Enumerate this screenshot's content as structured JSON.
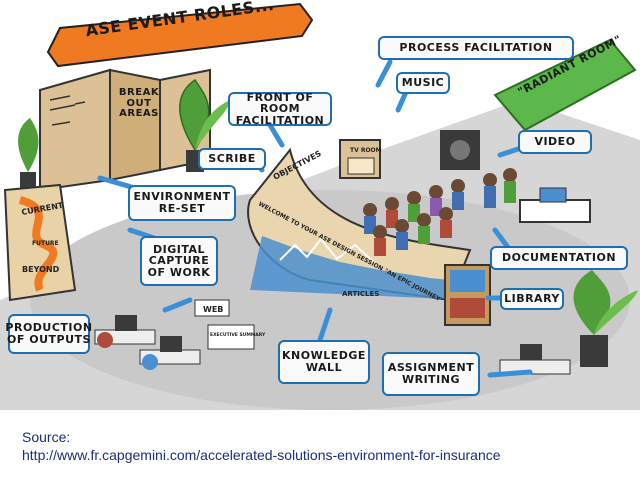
{
  "labels": {
    "banner": "ASE EVENT ROLES...",
    "process_facilitation": "PROCESS FACILITATION",
    "music": "MUSIC",
    "radiant_room": "\"RADIANT ROOM\"",
    "front_of_room": "FRONT OF ROOM FACILITATION",
    "scribe": "SCRIBE",
    "video": "VIDEO",
    "environment_reset": "ENVIRONMENT RE-SET",
    "digital_capture": "DIGITAL CAPTURE OF WORK",
    "documentation": "DOCUMENTATION",
    "library": "LIBRARY",
    "production_outputs": "PRODUCTION OF OUTPUTS",
    "knowledge_wall": "KNOWLEDGE WALL",
    "assignment_writing": "ASSIGNMENT WRITING",
    "break_out_areas": "BREAK OUT AREAS"
  },
  "drawn_text": {
    "current": "CURRENT",
    "future": "FUTURE",
    "beyond": "BEYOND",
    "objectives": "OBJECTIVES",
    "welcome": "WELCOME TO YOUR ASE DESIGN SESSION \"AN EPIC JOURNEY\"",
    "articles": "ARTICLES",
    "web": "WEB",
    "executive_summary": "EXECUTIVE SUMMARY",
    "tv_room": "TV ROOM"
  },
  "source": {
    "heading": "Source:",
    "url": "http://www.fr.capgemini.com/accelerated-solutions-environment-for-insurance"
  },
  "colors": {
    "banner_orange": "#f07a22",
    "box_border_blue": "#1f6fb0",
    "arrow_blue": "#3a8fd6",
    "radiant_green": "#5cb84a",
    "panel_tan": "#d9b98a",
    "floor_gray": "#cfcfcf",
    "source_text": "#1a2f7a"
  }
}
